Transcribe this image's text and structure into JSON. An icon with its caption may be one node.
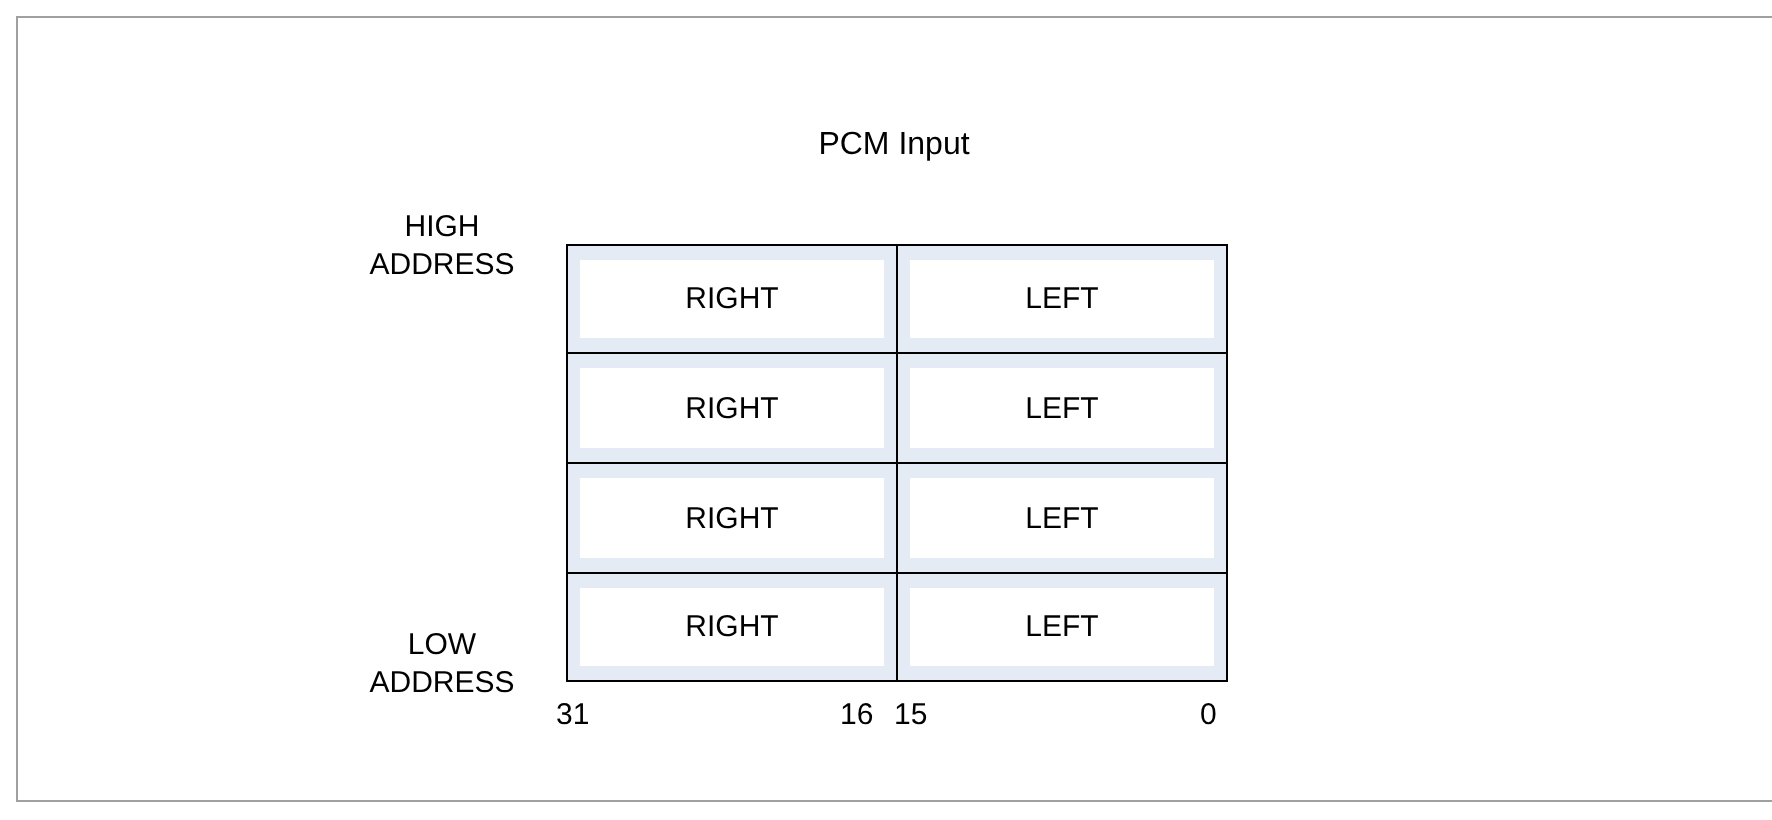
{
  "diagram": {
    "title": "PCM Input",
    "nodes": [
      {
        "text": [
          "RIGHT"
        ]
      },
      {
        "text": [
          "LEFT"
        ]
      },
      {
        "text": [
          "RIGHT"
        ]
      },
      {
        "text": [
          "LEFT"
        ]
      },
      {
        "text": [
          "RIGHT"
        ]
      },
      {
        "text": [
          "LEFT"
        ]
      },
      {
        "text": [
          "RIGHT"
        ]
      },
      {
        "text": [
          "LEFT"
        ]
      }
    ],
    "labels": [
      "HIGH ADDRESS",
      "LOW ADDRESS",
      "31",
      "16",
      "15",
      "0"
    ]
  }
}
